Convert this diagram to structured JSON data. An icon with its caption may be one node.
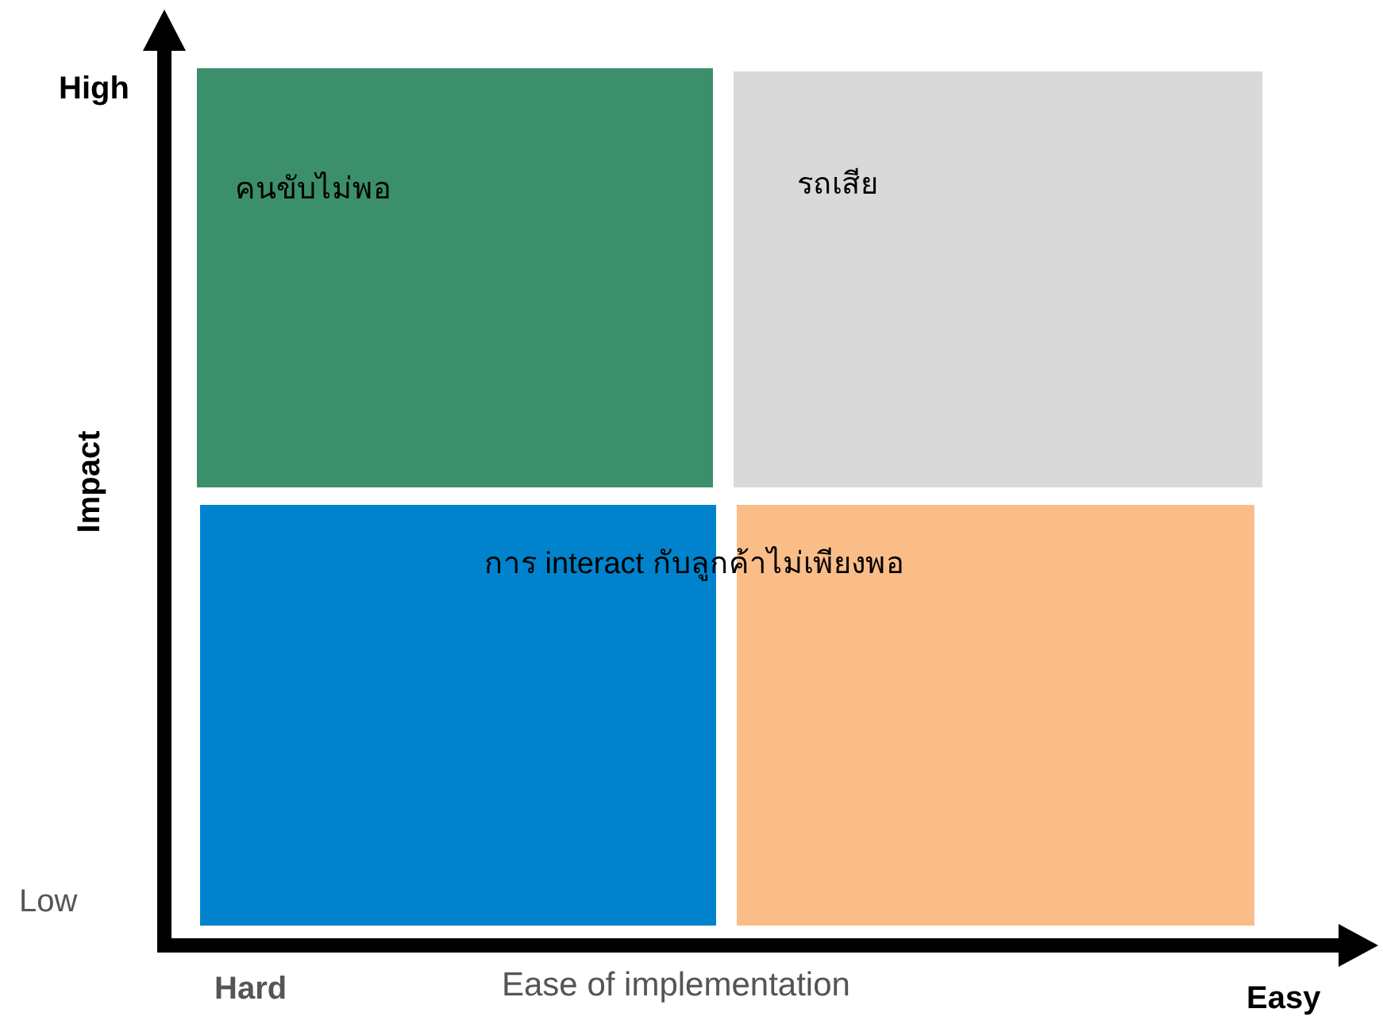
{
  "diagram": {
    "nodes": [
      {
        "text": [
          "คนขับไม่พอ"
        ]
      },
      {
        "text": [
          "รถเสีย"
        ]
      },
      {
        "text": [],
        "shape": "box"
      },
      {
        "text": [],
        "shape": "box"
      }
    ],
    "labels": [
      "High",
      "Impact",
      "การ interact กับลูกค้าไม่เพียงพอ",
      "Low",
      "Hard",
      "Ease of implementation",
      "Easy"
    ]
  }
}
